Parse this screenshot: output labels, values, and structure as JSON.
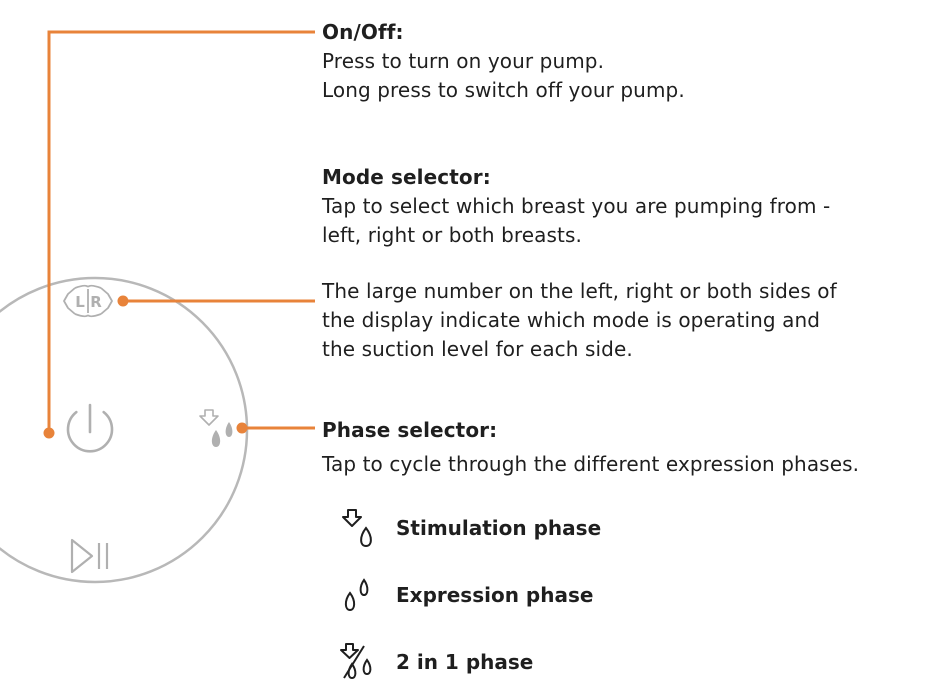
{
  "colors": {
    "accent": "#e8833a",
    "device_outline": "#b8b8b8",
    "icon_grey": "#b0b0b0",
    "text": "#1f1f1f"
  },
  "device": {
    "mode_icon_letters": [
      "L",
      "R"
    ],
    "icons": [
      "power-icon",
      "mode-lr-icon",
      "phase-icon",
      "play-pause-icon"
    ]
  },
  "onoff": {
    "heading": "On/Off:",
    "lines": [
      "Press to turn on your pump.",
      "Long press to switch off your pump."
    ]
  },
  "mode_selector": {
    "heading": "Mode selector:",
    "lines": [
      "Tap to select which breast you are pumping from -",
      "left, right or both breasts."
    ],
    "note_lines": [
      "The large number on the left, right or both sides of",
      "the display indicate which mode is operating and",
      "the suction level for each side."
    ]
  },
  "phase_selector": {
    "heading": "Phase selector:",
    "lines": [
      "Tap to cycle through the different expression phases."
    ]
  },
  "phases": [
    {
      "label": "Stimulation phase",
      "icon": "stimulation-phase-icon"
    },
    {
      "label": "Expression phase",
      "icon": "expression-phase-icon"
    },
    {
      "label": "2 in 1 phase",
      "icon": "two-in-one-phase-icon"
    }
  ]
}
